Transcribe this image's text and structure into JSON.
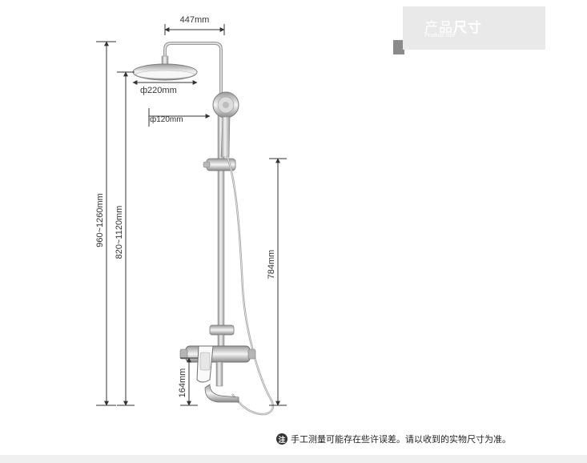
{
  "header": {
    "title_light": "产品",
    "title_bold": "尺寸",
    "subtitle": "Product size"
  },
  "dimensions": {
    "arm_width": "447mm",
    "head_diameter": "ф220mm",
    "hand_shower_diameter": "ф120mm",
    "total_height": "960~1260mm",
    "head_height": "820~1120mm",
    "rail_length": "784mm",
    "spout_height": "164mm"
  },
  "note": {
    "badge": "注",
    "text": "手工测量可能存在些许误差。请以收到的实物尺寸为准。"
  }
}
